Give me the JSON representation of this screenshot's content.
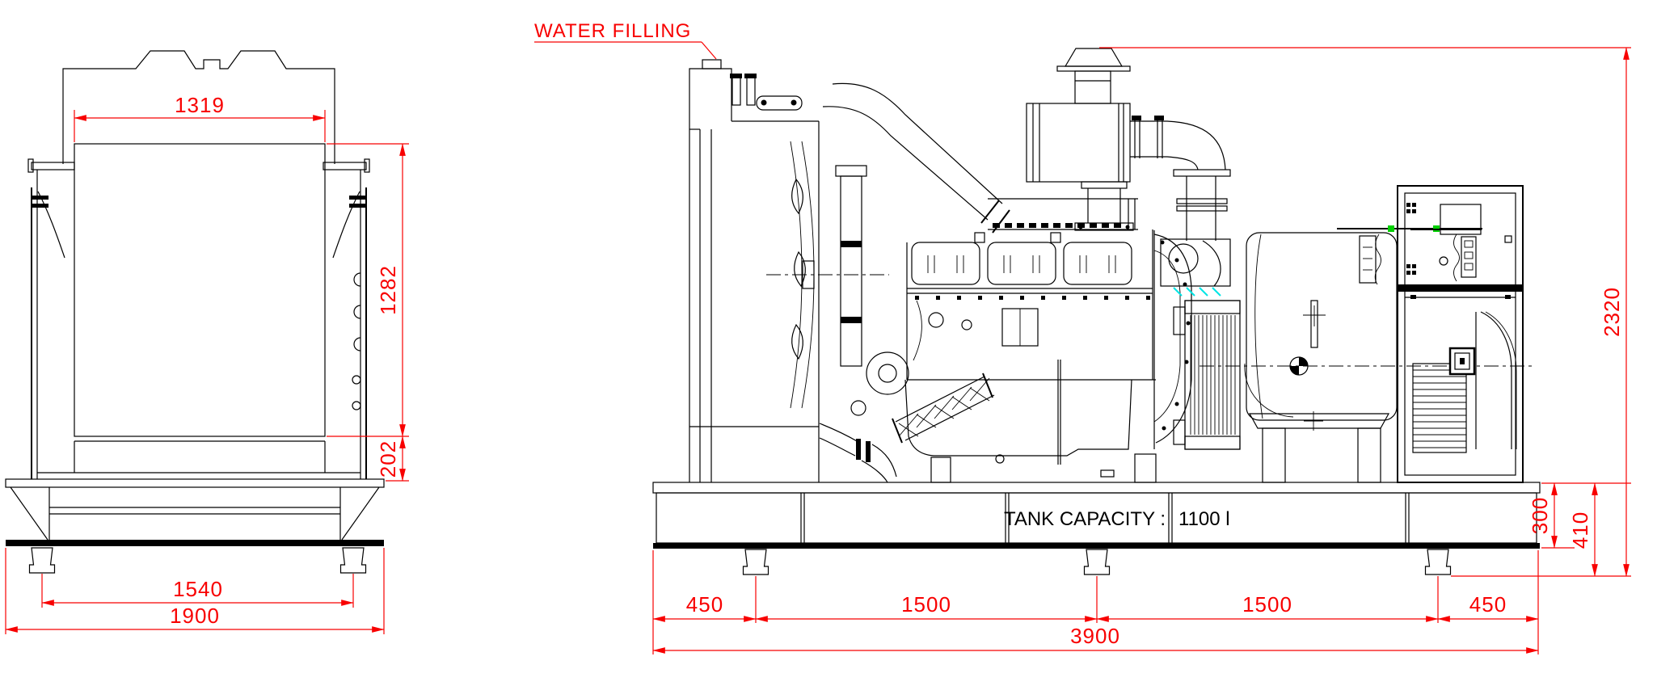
{
  "colors": {
    "line": "#000000",
    "dimension_red": "#f80000",
    "marker_green": "#00d000",
    "marker_cyan": "#00e5e5",
    "background": "#ffffff"
  },
  "labels": {
    "water_filling": "WATER FILLING",
    "tank_capacity_label": "TANK CAPACITY :",
    "tank_capacity_value": "1100 l"
  },
  "front_view": {
    "dims": {
      "core_width": "1319",
      "core_height": "1282",
      "skid_gap": "202",
      "foot_spacing": "1540",
      "overall_width": "1900"
    }
  },
  "side_view": {
    "dims": {
      "left_offset": "450",
      "pitch_left": "1500",
      "pitch_right": "1500",
      "right_offset": "450",
      "overall_length": "3900",
      "tank_height": "300",
      "base_height": "410",
      "overall_height": "2320"
    }
  }
}
